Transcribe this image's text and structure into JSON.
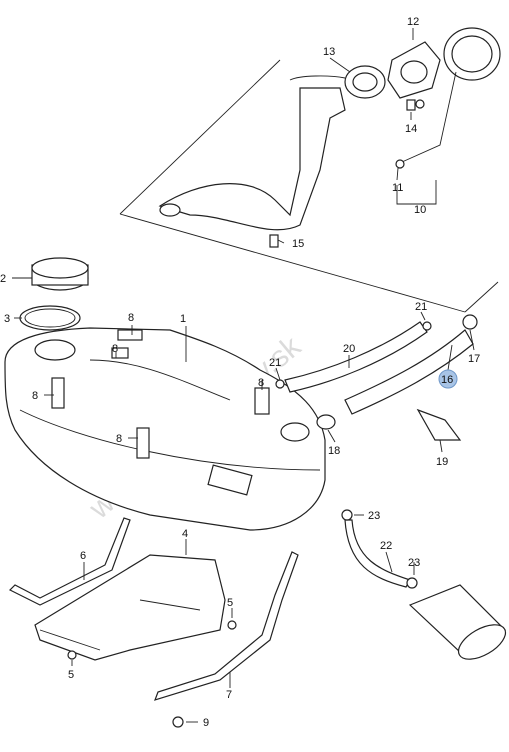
{
  "watermark": "www.suzuki-diely.sk",
  "callouts": {
    "p1": "1",
    "p2": "2",
    "p3": "3",
    "p4": "4",
    "p5a": "5",
    "p5b": "5",
    "p6": "6",
    "p7": "7",
    "p8a": "8",
    "p8b": "8",
    "p8c": "8",
    "p8d": "8",
    "p8e": "8",
    "p9": "9",
    "p10": "10",
    "p11": "11",
    "p12": "12",
    "p13": "13",
    "p14": "14",
    "p15": "15",
    "p16": "16",
    "p17": "17",
    "p18": "18",
    "p19": "19",
    "p20": "20",
    "p21a": "21",
    "p21b": "21",
    "p22": "22",
    "p23a": "23",
    "p23b": "23"
  },
  "highlight_color": "#a8c4e6"
}
